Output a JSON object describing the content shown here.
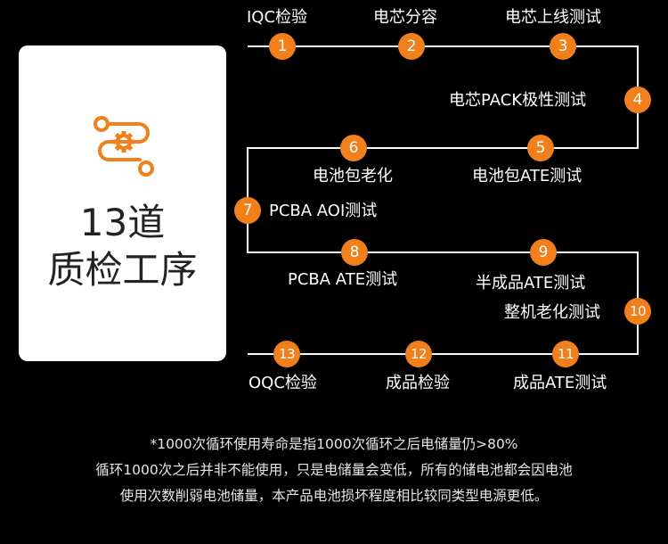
{
  "card": {
    "icon": "gear-flow-icon",
    "title_line_1": "13道",
    "title_line_2": "质检工序"
  },
  "accent_color": "#f07f1c",
  "steps": [
    {
      "number": "1",
      "label": "IQC检验"
    },
    {
      "number": "2",
      "label": "电芯分容"
    },
    {
      "number": "3",
      "label": "电芯上线测试"
    },
    {
      "number": "4",
      "label": "电芯PACK极性测试"
    },
    {
      "number": "5",
      "label": "电池包ATE测试"
    },
    {
      "number": "6",
      "label": "电池包老化"
    },
    {
      "number": "7",
      "label": "PCBA AOI测试"
    },
    {
      "number": "8",
      "label": "PCBA ATE测试"
    },
    {
      "number": "9",
      "label": "半成品ATE测试"
    },
    {
      "number": "10",
      "label": "整机老化测试"
    },
    {
      "number": "11",
      "label": "成品ATE测试"
    },
    {
      "number": "12",
      "label": "成品检验"
    },
    {
      "number": "13",
      "label": "OQC检验"
    }
  ],
  "footnote": {
    "line_1": "*1000次循环使用寿命是指1000次循环之后电储量仍>80%",
    "line_2": "循环1000次之后并非不能使用，只是电储量会变低，所有的储电池都会因电池",
    "line_3": "使用次数削弱电池储量，本产品电池损坏程度相比较同类型电源更低。"
  }
}
